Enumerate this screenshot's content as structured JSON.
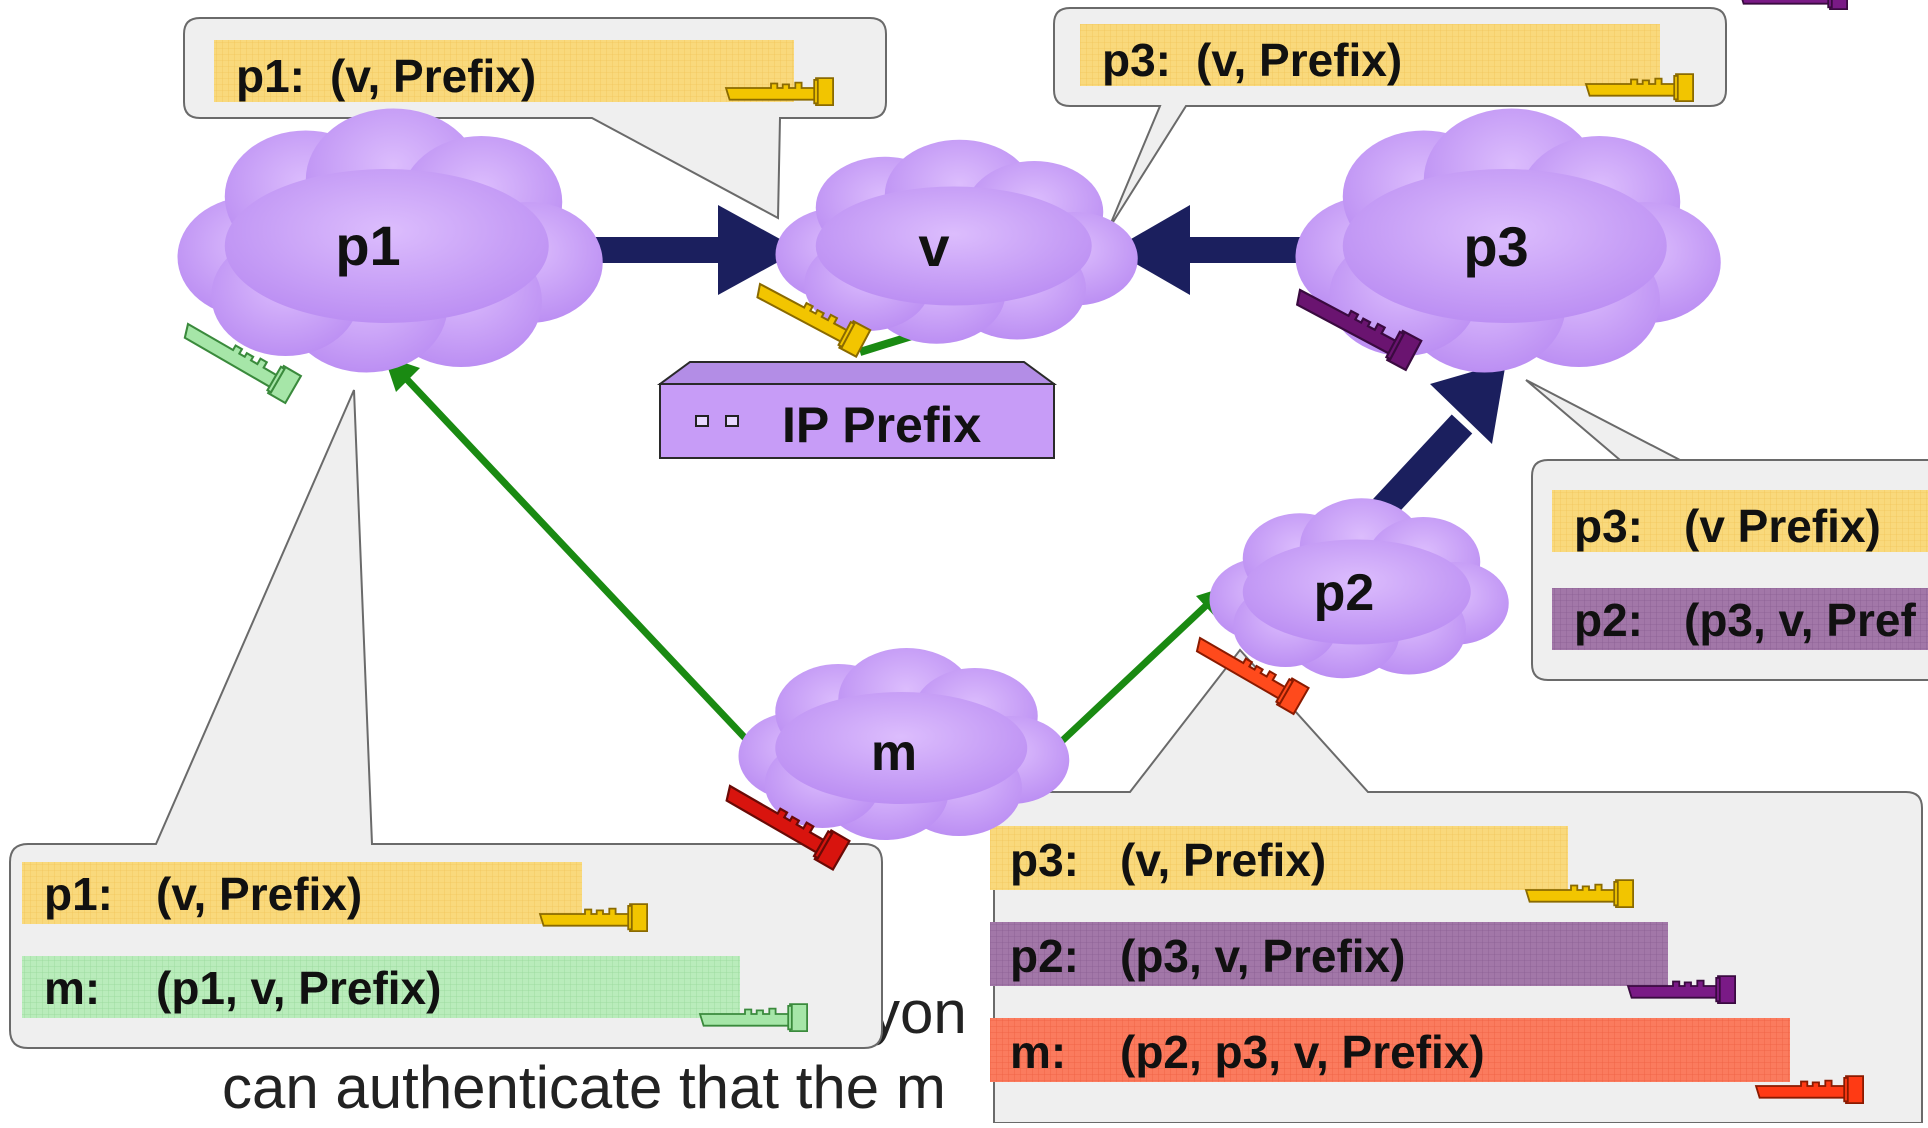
{
  "nodes": {
    "p1": "p1",
    "v": "v",
    "p3": "p3",
    "p2": "p2",
    "m": "m"
  },
  "router": {
    "label": "IP Prefix"
  },
  "callouts": {
    "top_p1": {
      "entries": [
        {
          "who": "p1:",
          "path": "(v, Prefix)"
        }
      ]
    },
    "top_p3": {
      "entries": [
        {
          "who": "p3:",
          "path": "(v, Prefix)"
        }
      ]
    },
    "right_p3": {
      "entries": [
        {
          "who": "p3:",
          "path": "(v Prefix)"
        },
        {
          "who": "p2:",
          "path": "(p3, v, Pref"
        }
      ]
    },
    "bottom_left": {
      "entries": [
        {
          "who": "p1:",
          "path": "(v, Prefix)"
        },
        {
          "who": "m:",
          "path": "(p1, v, Prefix)"
        }
      ]
    },
    "bottom_right": {
      "entries": [
        {
          "who": "p3:",
          "path": "(v, Prefix)"
        },
        {
          "who": "p2:",
          "path": "(p3, v, Prefix)"
        },
        {
          "who": "m:",
          "path": "(p2, p3, v, Prefix)"
        }
      ]
    }
  },
  "background_text": {
    "line1_fragment": "yon",
    "line2": "can authenticate that the m"
  },
  "colors": {
    "cloud": "#c79cf7",
    "arrow_blue": "#1b1f5e",
    "arrow_green": "#1a8a12",
    "key_yellow": "#f2c500",
    "key_green": "#a6e6a8",
    "key_purple": "#6a1470",
    "key_red": "#d8140e",
    "key_orange": "#ff4a1c",
    "bar_yellow": "#f9d97c",
    "bar_green": "#b9ecbb",
    "bar_purple": "#a277a8",
    "bar_orange": "#fb7b5e"
  }
}
